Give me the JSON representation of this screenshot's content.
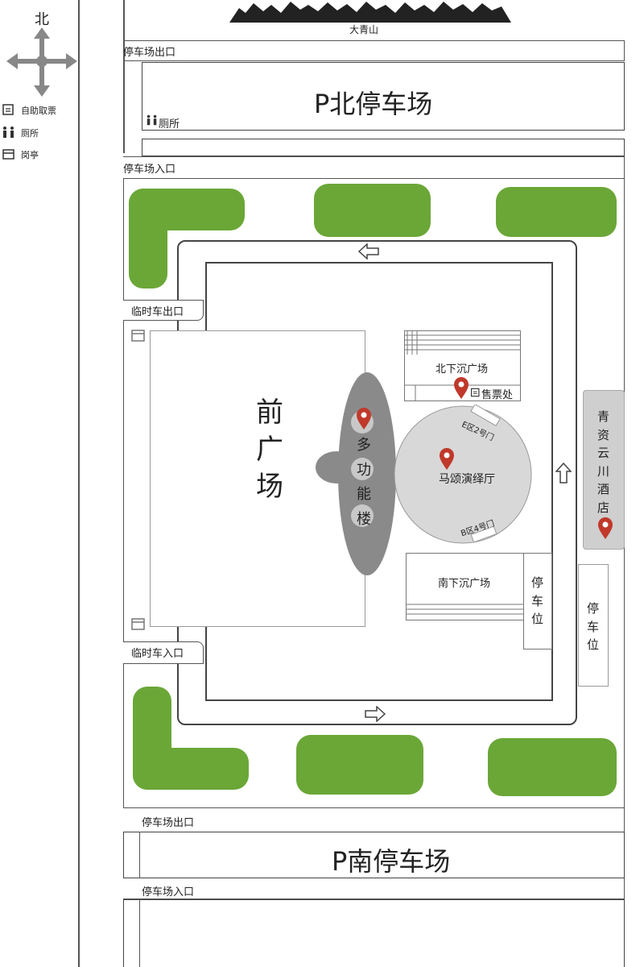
{
  "compass": {
    "north": "北"
  },
  "legend": {
    "items": [
      {
        "icon": "ticket-machine-icon",
        "label": "自助取票"
      },
      {
        "icon": "toilet-icon",
        "label": "厕所"
      },
      {
        "icon": "kiosk-icon",
        "label": "岗亭"
      }
    ]
  },
  "labels": {
    "mountain": "大青山",
    "north_parking_exit": "停车场出口",
    "north_parking_title": "P北停车场",
    "toilet": "厕所",
    "north_parking_entry": "停车场入口",
    "temp_exit": "临时车出口",
    "temp_entry": "临时车入口",
    "front_plaza": [
      "前",
      "广",
      "场"
    ],
    "multi_building": [
      "多",
      "功",
      "能",
      "楼"
    ],
    "north_sunken_plaza": "北下沉广场",
    "ticket_office": "售票处",
    "theater": "马颂演绎厅",
    "gate_e2": "E区2号门",
    "gate_b4": "B区4号门",
    "south_sunken_plaza": "南下沉广场",
    "parking_spot_inner": [
      "停",
      "车",
      "位"
    ],
    "parking_spot_outer": [
      "停",
      "车",
      "位"
    ],
    "hotel": [
      "青",
      "资",
      "云",
      "川",
      "酒",
      "店"
    ],
    "south_parking_exit": "停车场出口",
    "south_parking_title": "P南停车场",
    "south_parking_entry": "停车场入口"
  },
  "colors": {
    "green": "#6aa737",
    "gray_building": "#8a8a8a",
    "theater_gray": "#d8d8d8",
    "pin_red": "#c0392b",
    "hotel_gray": "#cfcfcf"
  }
}
